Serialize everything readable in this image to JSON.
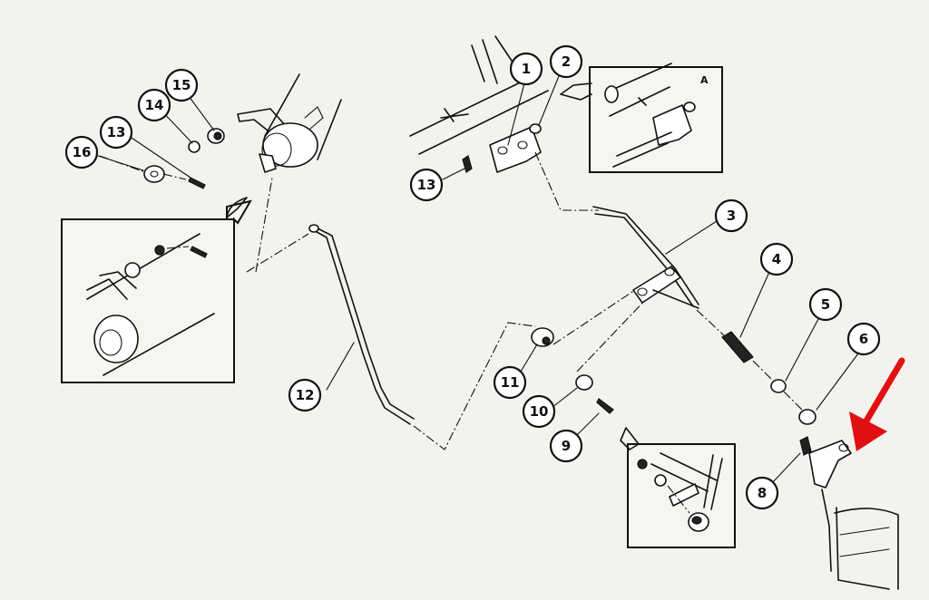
{
  "callouts": [
    {
      "label": "1"
    },
    {
      "label": "2"
    },
    {
      "label": "3"
    },
    {
      "label": "4"
    },
    {
      "label": "5"
    },
    {
      "label": "6"
    },
    {
      "label": "8"
    },
    {
      "label": "9"
    },
    {
      "label": "10"
    },
    {
      "label": "11"
    },
    {
      "label": "12"
    },
    {
      "label": "13"
    },
    {
      "label": "13"
    },
    {
      "label": "14"
    },
    {
      "label": "15"
    },
    {
      "label": "16"
    }
  ],
  "inset_label": "A",
  "colors": {
    "line": "#111111",
    "paper": "#f4f2ee",
    "highlight_arrow": "#e11010"
  }
}
